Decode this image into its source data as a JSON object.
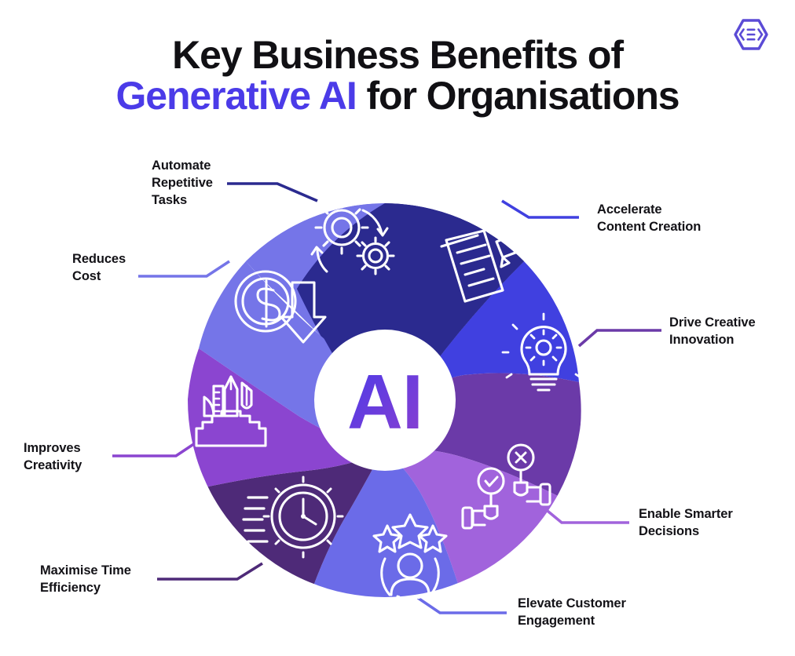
{
  "header": {
    "title_line1": "Key Business Benefits of",
    "title_line2_accent": "Generative AI",
    "title_line2_rest": " for Organisations",
    "logo_name": "hexagon-brackets-logo",
    "logo_color": "#5B4BD6"
  },
  "center": {
    "label": "AI",
    "gradient_from": "#4B3BE8",
    "gradient_to": "#8B3FD0"
  },
  "colors": {
    "accent": "#4B3BE8",
    "segment_automate": "#2B2A8F",
    "segment_accelerate": "#4040E0",
    "segment_innovation": "#6B3AA8",
    "segment_decisions": "#A163DC",
    "segment_engagement": "#6B6BE8",
    "segment_time": "#4E2A78",
    "segment_creativity": "#8B45D0",
    "segment_cost": "#7575E8"
  },
  "chart_data": {
    "type": "pie",
    "title": "Key Business Benefits of Generative AI for Organisations",
    "subtitle": "",
    "center_label": "AI",
    "legend_position": "around",
    "categories": [
      "Automate Repetitive Tasks",
      "Accelerate Content Creation",
      "Drive Creative Innovation",
      "Enable Smarter Decisions",
      "Elevate Customer Engagement",
      "Maximise Time Efficiency",
      "Improves Creativity",
      "Reduces Cost"
    ],
    "values": [
      12.5,
      12.5,
      12.5,
      12.5,
      12.5,
      12.5,
      12.5,
      12.5
    ],
    "colors": [
      "#2B2A8F",
      "#4040E0",
      "#6B3AA8",
      "#A163DC",
      "#6B6BE8",
      "#4E2A78",
      "#8B45D0",
      "#7575E8"
    ]
  },
  "segments": [
    {
      "id": "automate",
      "label": "Automate\nRepetitive\nTasks",
      "icon": "gears-cycle-icon",
      "color": "#2B2A8F",
      "side": "left"
    },
    {
      "id": "accelerate",
      "label": "Accelerate\nContent Creation",
      "icon": "document-pencil-icon",
      "color": "#4040E0",
      "side": "right"
    },
    {
      "id": "innovation",
      "label": "Drive Creative\nInnovation",
      "icon": "lightbulb-gear-icon",
      "color": "#6B3AA8",
      "side": "right"
    },
    {
      "id": "decisions",
      "label": "Enable Smarter\nDecisions",
      "icon": "hands-check-cross-icon",
      "color": "#A163DC",
      "side": "right"
    },
    {
      "id": "engagement",
      "label": "Elevate Customer\nEngagement",
      "icon": "person-stars-icon",
      "color": "#6B6BE8",
      "side": "right"
    },
    {
      "id": "time",
      "label": "Maximise Time\nEfficiency",
      "icon": "clock-gear-speed-icon",
      "color": "#4E2A78",
      "side": "left"
    },
    {
      "id": "creativity",
      "label": "Improves\nCreativity",
      "icon": "pencil-brush-gear-icon",
      "color": "#8B45D0",
      "side": "left"
    },
    {
      "id": "cost",
      "label": "Reduces\nCost",
      "icon": "coin-dollar-arrow-down-icon",
      "color": "#7575E8",
      "side": "left"
    }
  ]
}
